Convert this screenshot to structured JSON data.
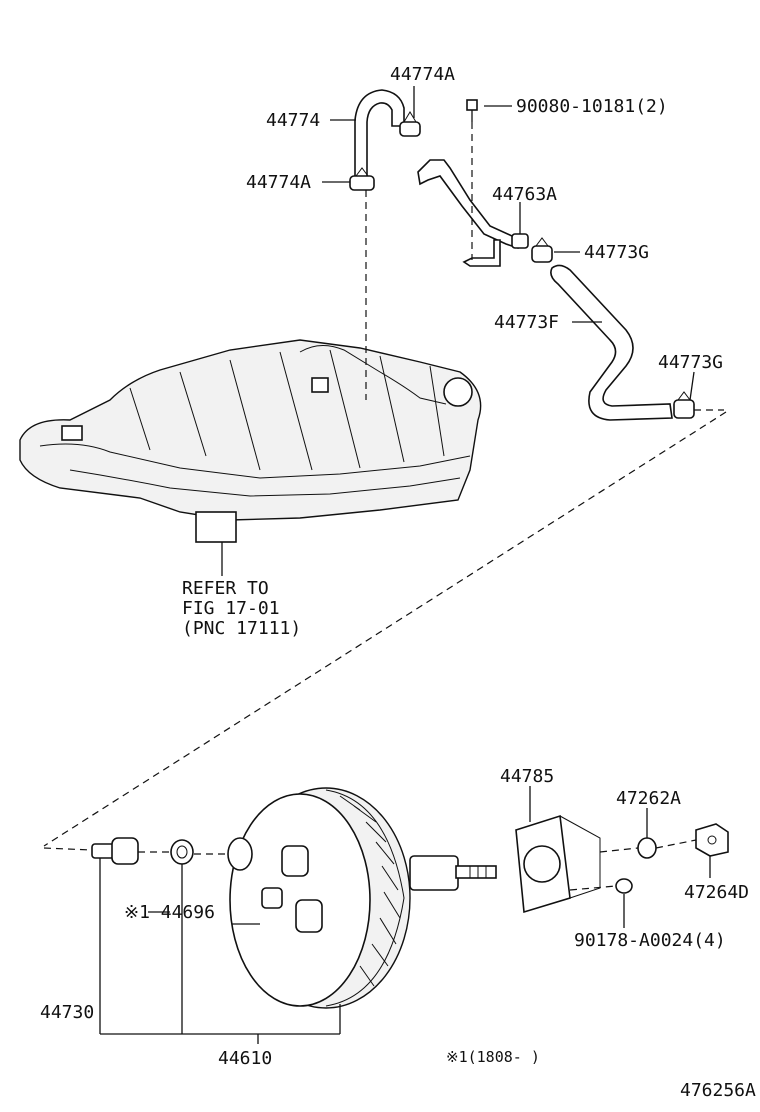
{
  "labels": {
    "p44774A_top": "44774A",
    "p44774": "44774",
    "p90080": "90080-10181(2)",
    "p44774A_mid": "44774A",
    "p44763A": "44763A",
    "p44773G_top": "44773G",
    "p44773F": "44773F",
    "p44773G_right": "44773G",
    "refer_line1": "REFER TO",
    "refer_line2": "FIG 17-01",
    "refer_line3": "(PNC 17111)",
    "p44785": "44785",
    "p47262A": "47262A",
    "p47264D": "47264D",
    "p44696": "※1 44696",
    "p90178": "90178-A0024(4)",
    "p44730": "44730",
    "p44610": "44610",
    "footnote": "※1(1808-    )",
    "figure_id": "476256A"
  }
}
